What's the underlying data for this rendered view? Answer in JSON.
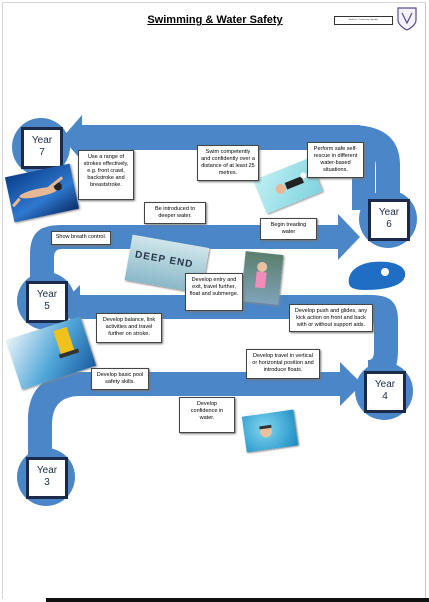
{
  "title": "Swimming & Water Safety",
  "header_box_text": "Ambition • Community • Equality",
  "years": {
    "y3": [
      "Year",
      "3"
    ],
    "y4": [
      "Year",
      "4"
    ],
    "y5": [
      "Year",
      "5"
    ],
    "y6": [
      "Year",
      "6"
    ],
    "y7": [
      "Year",
      "7"
    ]
  },
  "notes": {
    "front_crawl": "Use a range of strokes effectively, e.g. front crawl, backstroke and breaststroke.",
    "swim25": "Swim competently and confidently over a distance of at least 25 metres.",
    "self_rescue": "Perform safe self-rescue in different water-based situations.",
    "deeper": "Be introduced to deeper water.",
    "treading": "Begin treading water",
    "breath": "Show breath control.",
    "entry_exit": "Develop entry and exit, travel further, float and submerge.",
    "push_glide": "Develop push and glides, any kick action on front and back with or without support aids.",
    "balance": "Develop balance, link activities and travel further on stroke.",
    "travel": "Develop travel in vertical or horizontal position and introduce floats.",
    "pool_safety": "Develop basic pool safety skills.",
    "confidence": "Develop confidence in water."
  },
  "photo_text": {
    "deep_end": "DEEP END"
  },
  "colors": {
    "arrow": "#4a86c8",
    "year_border": "#1b2a48"
  }
}
